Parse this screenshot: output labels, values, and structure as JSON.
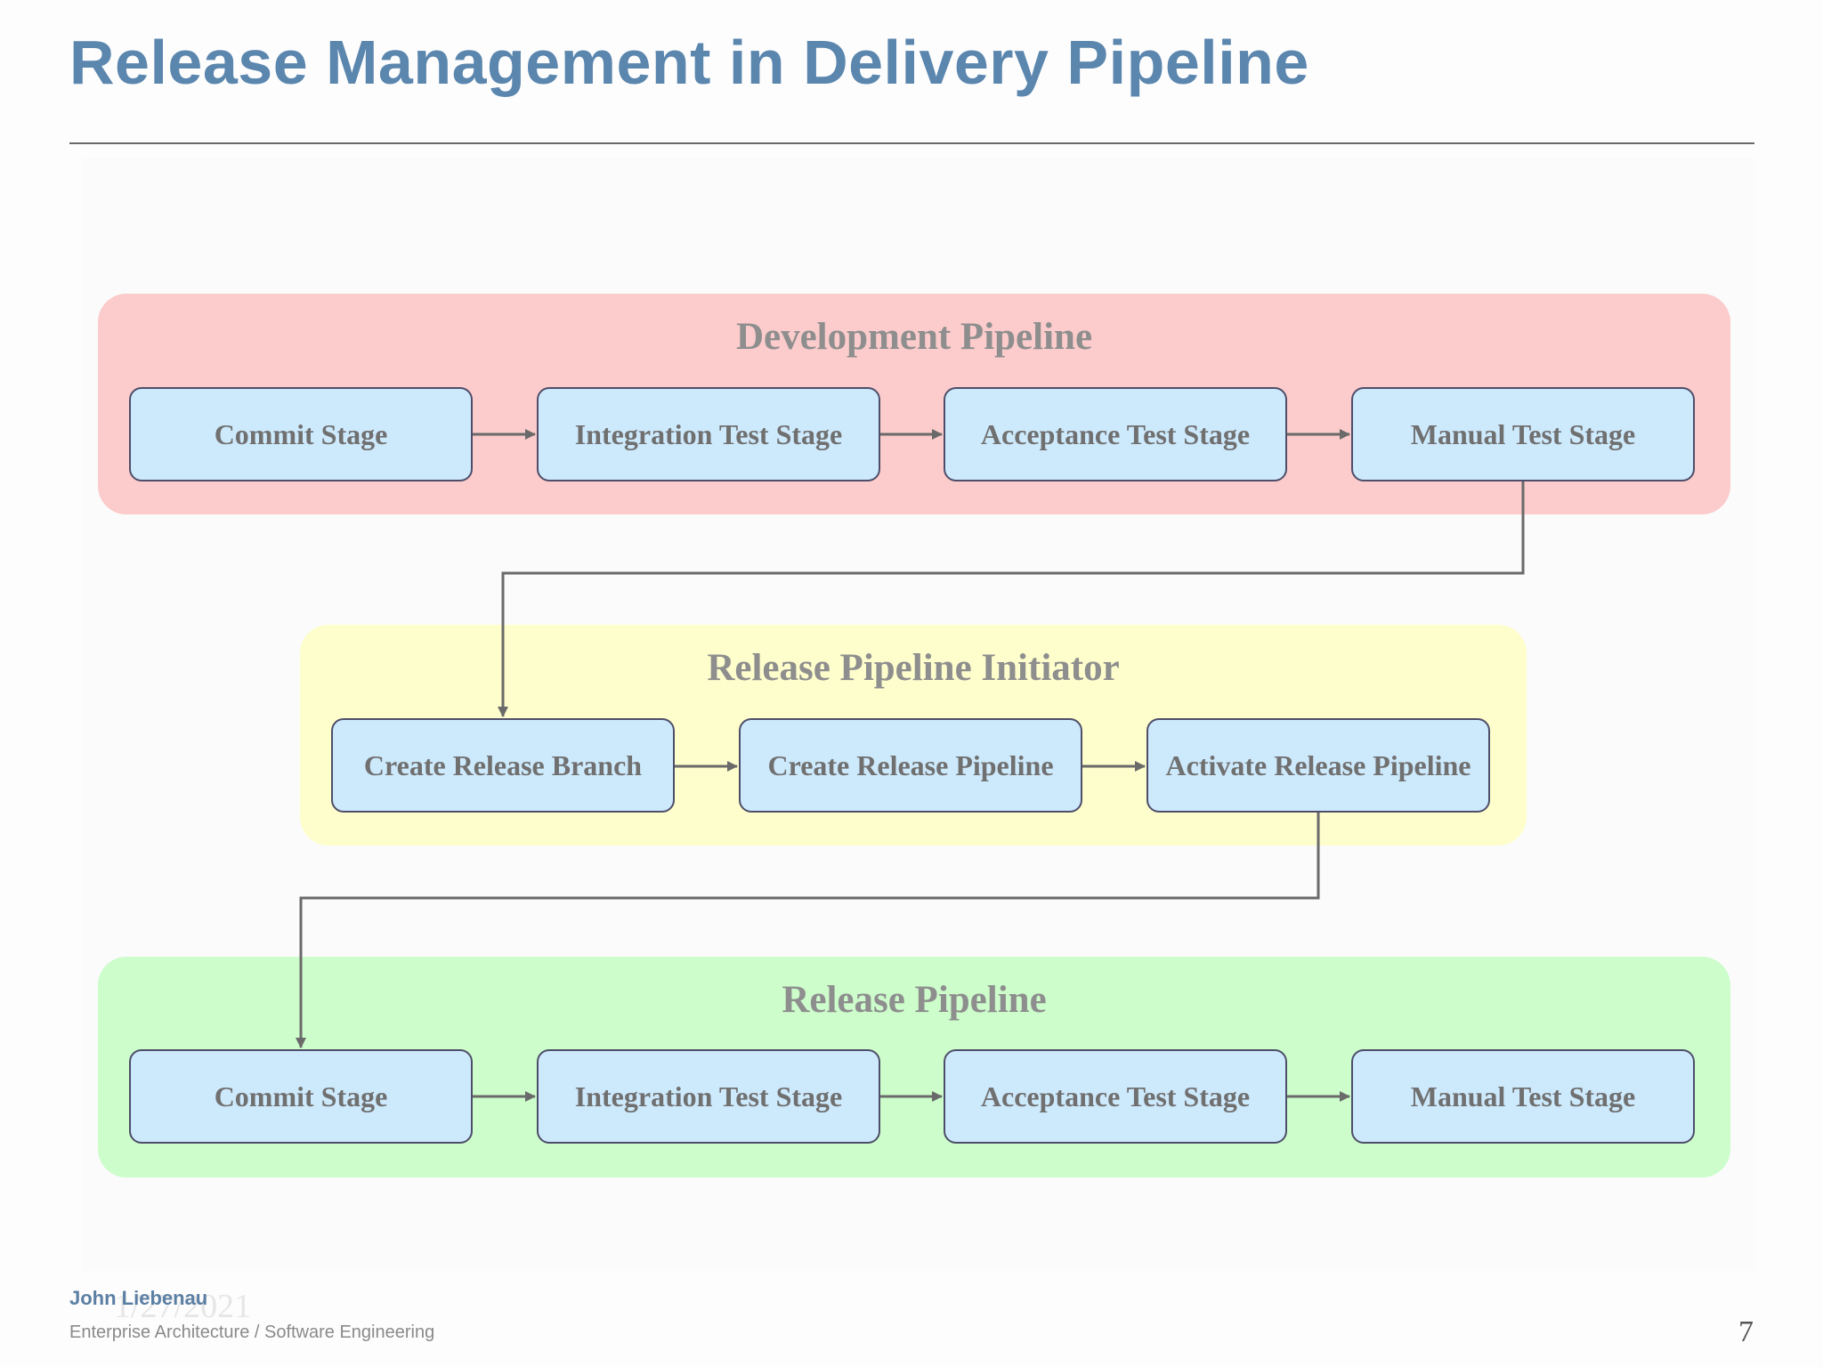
{
  "slide": {
    "title": "Release Management in Delivery Pipeline",
    "author": "John Liebenau",
    "date": "1/27/2021",
    "subtitle": "Enterprise Architecture / Software Engineering",
    "page_number": "7"
  },
  "groups": [
    {
      "title": "Development Pipeline",
      "color": "#fccbcb",
      "stages": [
        "Commit Stage",
        "Integration Test Stage",
        "Acceptance Test Stage",
        "Manual Test Stage"
      ]
    },
    {
      "title": "Release Pipeline Initiator",
      "color": "#fefecc",
      "stages": [
        "Create Release Branch",
        "Create Release Pipeline",
        "Activate Release Pipeline"
      ]
    },
    {
      "title": "Release Pipeline",
      "color": "#ccfdcb",
      "stages": [
        "Commit Stage",
        "Integration Test Stage",
        "Acceptance Test Stage",
        "Manual Test Stage"
      ]
    }
  ],
  "colors": {
    "stage_fill": "#cde9fc",
    "stage_border": "#4e4e6a",
    "connector": "#6a6a6a",
    "title": "#5b86ae"
  }
}
